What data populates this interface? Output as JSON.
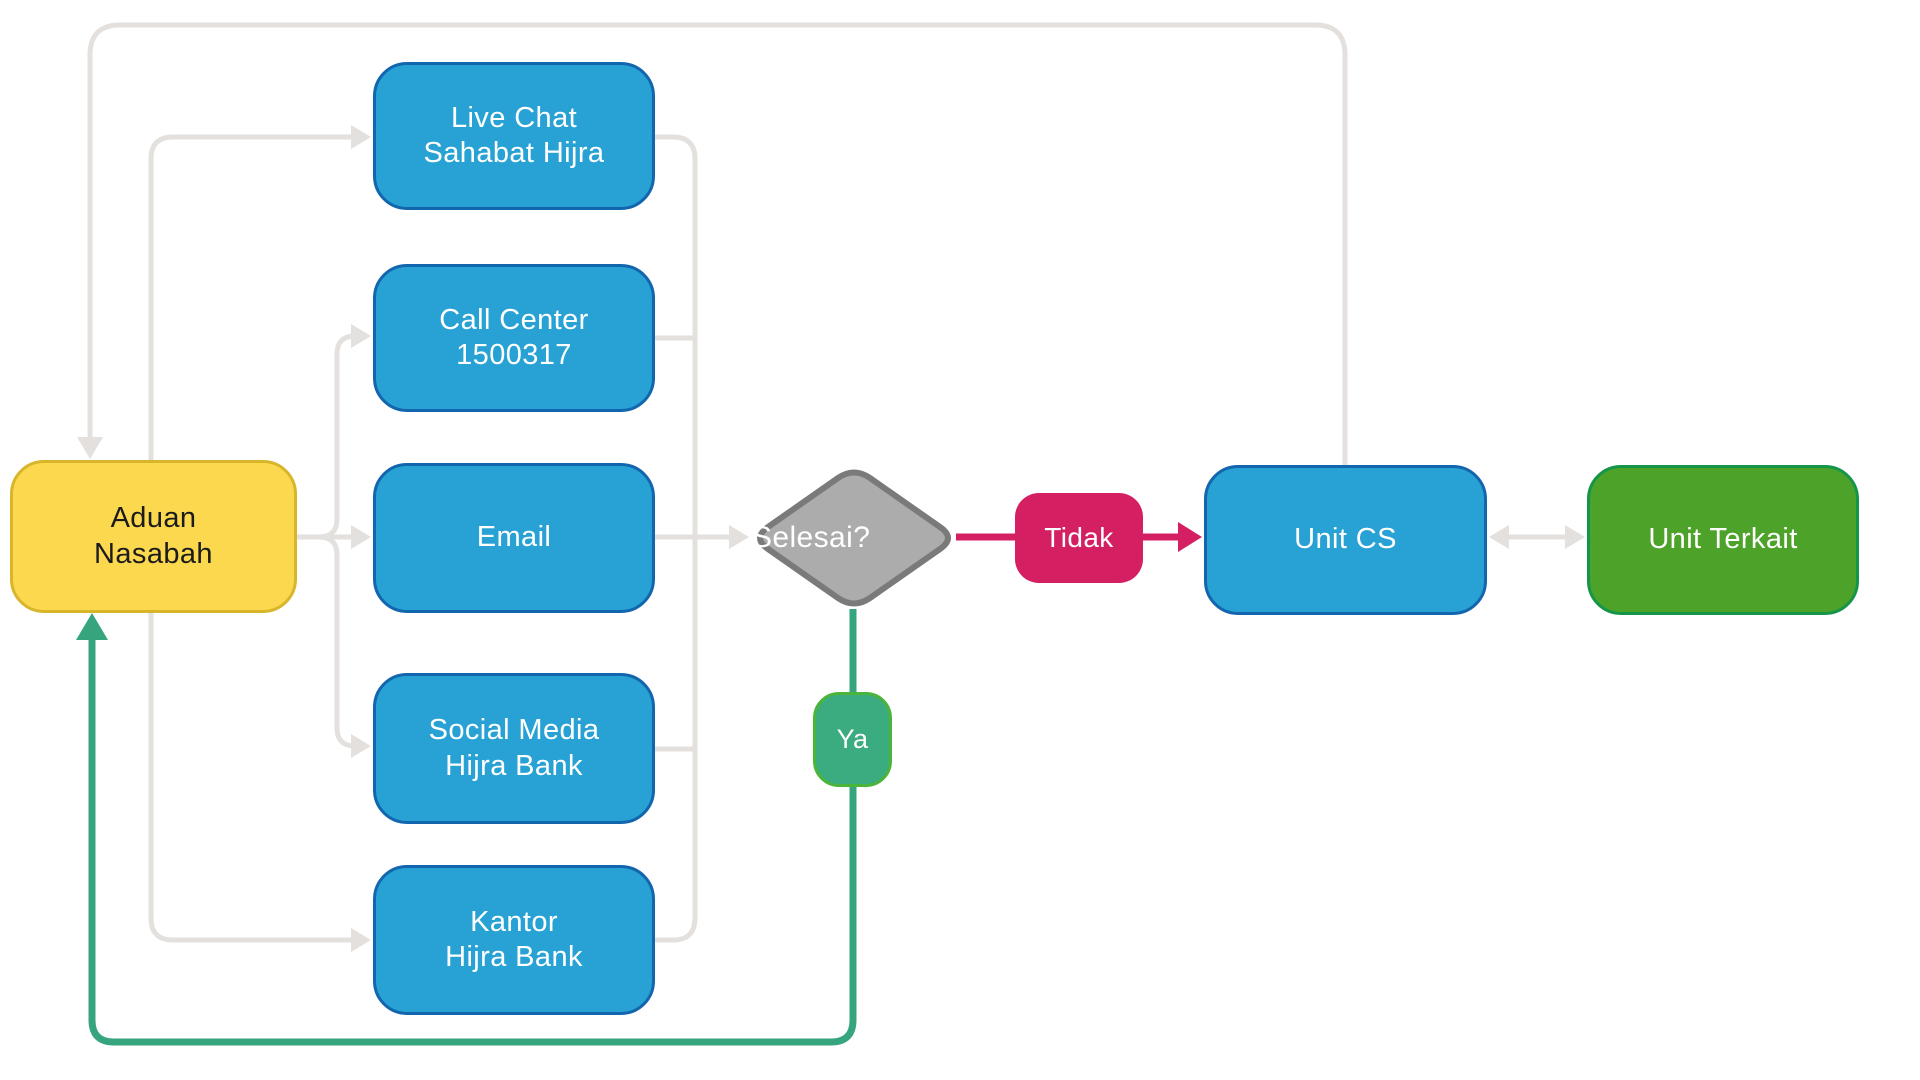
{
  "colors": {
    "connector_gray": "#E3E0DD",
    "node_blue": "#28A2D5",
    "node_blue_border": "#1266AE",
    "node_yellow": "#FBD84E",
    "node_yellow_border": "#D9B52B",
    "node_green": "#4DA32A",
    "node_green_border": "#149549",
    "node_pink": "#D51F63",
    "node_teal": "#3BAB80",
    "node_teal_border": "#4BB43B",
    "diamond_fill": "#ACACAC",
    "diamond_border": "#7A7A7A",
    "green_line": "#36A57E",
    "text_dark": "#1B1B1B",
    "text_light": "#FFFFFF"
  },
  "nodes": {
    "aduan": {
      "label": "Aduan\nNasabah"
    },
    "live_chat": {
      "label": "Live Chat\nSahabat Hijra"
    },
    "call_center": {
      "label": "Call Center\n1500317"
    },
    "email": {
      "label": "Email"
    },
    "social_media": {
      "label": "Social Media\nHijra Bank"
    },
    "kantor": {
      "label": "Kantor\nHijra Bank"
    },
    "selesai": {
      "label": "Selesai?"
    },
    "tidak": {
      "label": "Tidak"
    },
    "ya": {
      "label": "Ya"
    },
    "unit_cs": {
      "label": "Unit CS"
    },
    "unit_terkait": {
      "label": "Unit Terkait"
    }
  },
  "edges": [
    {
      "from": "aduan",
      "to": "live_chat",
      "style": "gray"
    },
    {
      "from": "aduan",
      "to": "call_center",
      "style": "gray"
    },
    {
      "from": "aduan",
      "to": "email",
      "style": "gray"
    },
    {
      "from": "aduan",
      "to": "social_media",
      "style": "gray"
    },
    {
      "from": "aduan",
      "to": "kantor",
      "style": "gray"
    },
    {
      "from": "live_chat",
      "to": "selesai",
      "style": "gray"
    },
    {
      "from": "call_center",
      "to": "selesai",
      "style": "gray"
    },
    {
      "from": "email",
      "to": "selesai",
      "style": "gray"
    },
    {
      "from": "social_media",
      "to": "selesai",
      "style": "gray"
    },
    {
      "from": "kantor",
      "to": "selesai",
      "style": "gray"
    },
    {
      "from": "selesai",
      "to": "unit_cs",
      "label": "Tidak",
      "style": "pink"
    },
    {
      "from": "selesai",
      "to": "aduan",
      "label": "Ya",
      "style": "green"
    },
    {
      "from": "unit_cs",
      "to": "aduan",
      "style": "gray"
    },
    {
      "from": "unit_cs",
      "to": "unit_terkait",
      "style": "gray",
      "bidirectional": true
    }
  ]
}
